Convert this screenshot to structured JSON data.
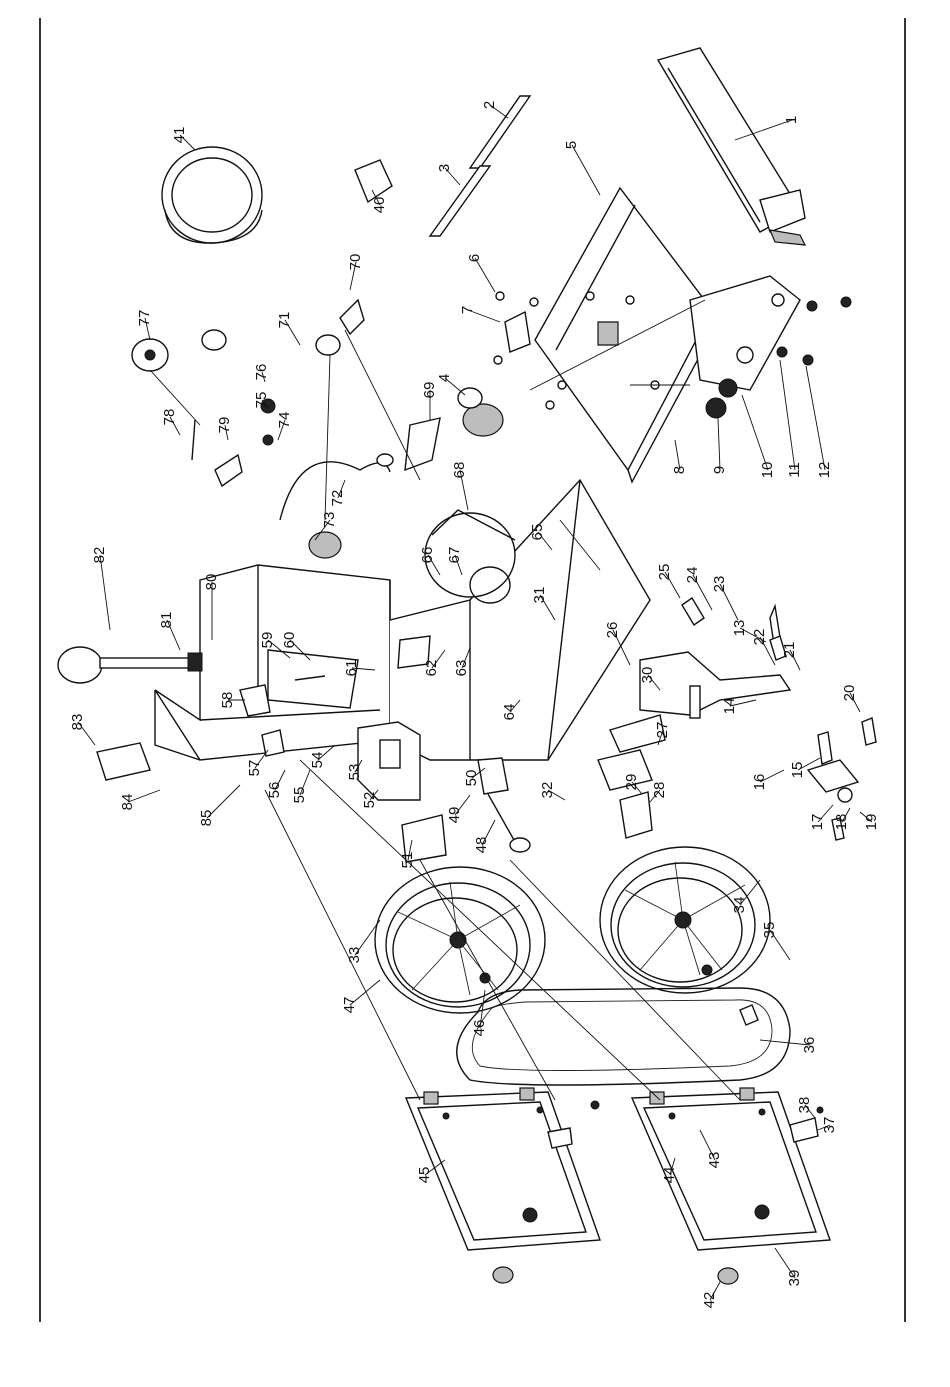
{
  "parts": {
    "p1": "1",
    "p2": "2",
    "p3": "3",
    "p4": "4",
    "p5": "5",
    "p6": "6",
    "p7": "7",
    "p8": "8",
    "p9": "9",
    "p10": "10",
    "p11": "11",
    "p12": "12",
    "p13": "13",
    "p14": "14",
    "p15": "15",
    "p16": "16",
    "p17": "17",
    "p18": "18",
    "p19": "19",
    "p20": "20",
    "p21": "21",
    "p22": "22",
    "p23": "23",
    "p24": "24",
    "p25": "25",
    "p26": "26",
    "p27": "27",
    "p28": "28",
    "p29": "29",
    "p30": "30",
    "p31": "31",
    "p32": "32",
    "p33": "33",
    "p34": "34",
    "p35": "35",
    "p36": "36",
    "p37": "37",
    "p38": "38",
    "p39": "39",
    "p40": "40",
    "p41": "41",
    "p42": "42",
    "p43": "43",
    "p44": "44",
    "p45": "45",
    "p46": "46",
    "p47": "47",
    "p48": "48",
    "p49": "49",
    "p50": "50",
    "p51": "51",
    "p52": "52",
    "p53": "53",
    "p54": "54",
    "p55": "55",
    "p56": "56",
    "p57": "57",
    "p58": "58",
    "p59": "59",
    "p60": "60",
    "p61": "61",
    "p62": "62",
    "p63": "63",
    "p64": "64",
    "p65": "65",
    "p66": "66",
    "p67": "67",
    "p68": "68",
    "p69": "69",
    "p70": "70",
    "p71": "71",
    "p72": "72",
    "p73": "73",
    "p74": "74",
    "p75": "75",
    "p76": "76",
    "p77": "77",
    "p78": "78",
    "p79": "79",
    "p80": "80",
    "p81": "81",
    "p82": "82",
    "p83": "83",
    "p84": "84",
    "p85": "85"
  }
}
